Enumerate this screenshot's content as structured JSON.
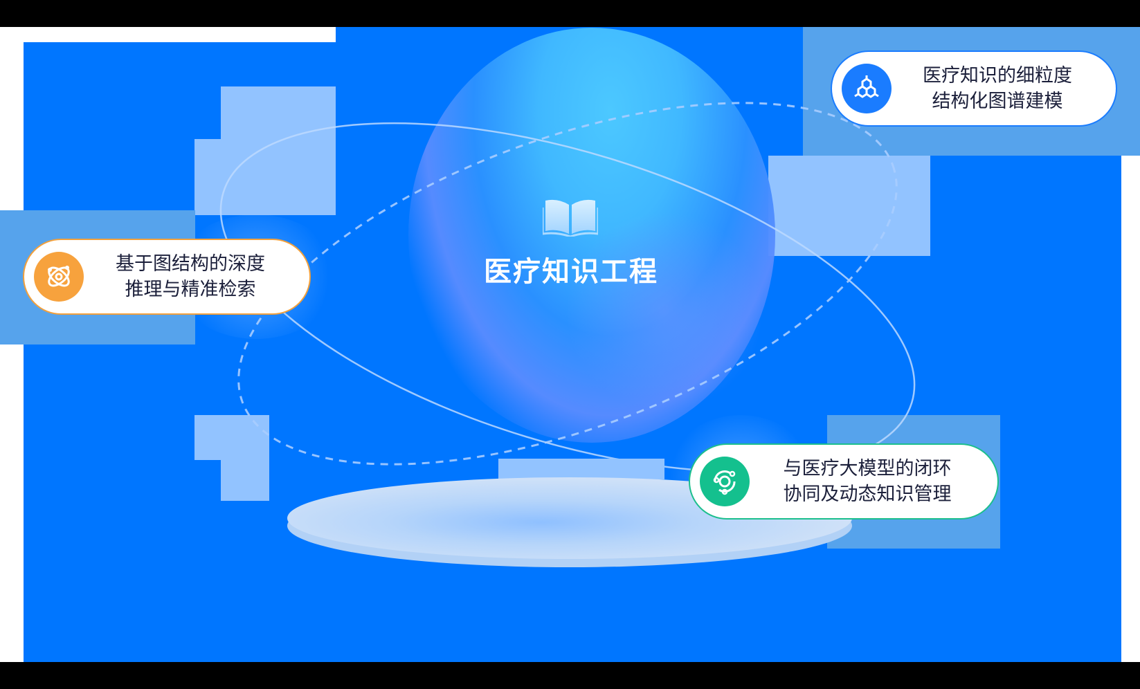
{
  "diagram": {
    "center": {
      "title": "医疗知识工程",
      "icon": "open-book-icon"
    },
    "nodes": [
      {
        "id": "graph-modeling",
        "line1": "医疗知识的细粒度",
        "line2": "结构化图谱建模",
        "icon": "hexagon-network-icon",
        "color": "#1a7cff",
        "position": "top-right"
      },
      {
        "id": "graph-reasoning",
        "line1": "基于图结构的深度",
        "line2": "推理与精准检索",
        "icon": "atom-icon",
        "color": "#f7a23d",
        "position": "left"
      },
      {
        "id": "llm-collaboration",
        "line1": "与医疗大模型的闭环",
        "line2": "协同及动态知识管理",
        "icon": "orbit-cycle-icon",
        "color": "#14c08e",
        "position": "bottom-right"
      }
    ]
  },
  "colors": {
    "background": "#0076ff",
    "sphere_highlight": "#4cc8ff",
    "platform": "#cfe1f8",
    "text_dark": "#1b1f3a",
    "text_light": "#ffffff"
  }
}
